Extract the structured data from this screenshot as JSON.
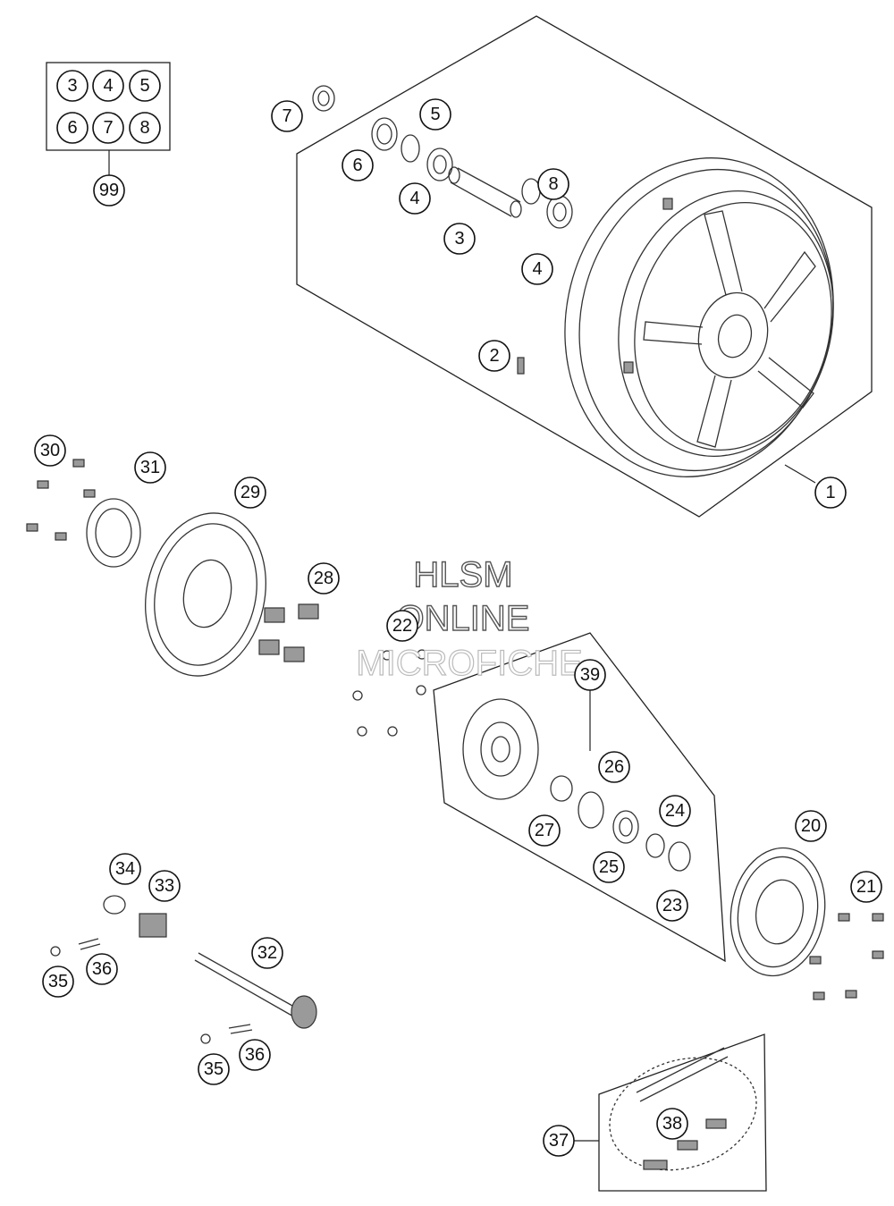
{
  "watermark": {
    "line1": "HLSM",
    "line2": "ONLINE",
    "line3": "MICROFICHE"
  },
  "kit_box": {
    "labels": [
      "3",
      "4",
      "5",
      "6",
      "7",
      "8"
    ],
    "kit_number": "99"
  },
  "callouts": {
    "c1": "1",
    "c2": "2",
    "c3": "3",
    "c4a": "4",
    "c4b": "4",
    "c5": "5",
    "c6": "6",
    "c7": "7",
    "c8": "8",
    "c20": "20",
    "c21": "21",
    "c22": "22",
    "c23": "23",
    "c24": "24",
    "c25": "25",
    "c26": "26",
    "c27": "27",
    "c28": "28",
    "c29": "29",
    "c30": "30",
    "c31": "31",
    "c32": "32",
    "c33": "33",
    "c34": "34",
    "c35a": "35",
    "c35b": "35",
    "c36a": "36",
    "c36b": "36",
    "c37": "37",
    "c38": "38",
    "c39": "39"
  },
  "colors": {
    "line": "#333333",
    "part_fill": "#9a9a9a",
    "background": "#ffffff"
  }
}
